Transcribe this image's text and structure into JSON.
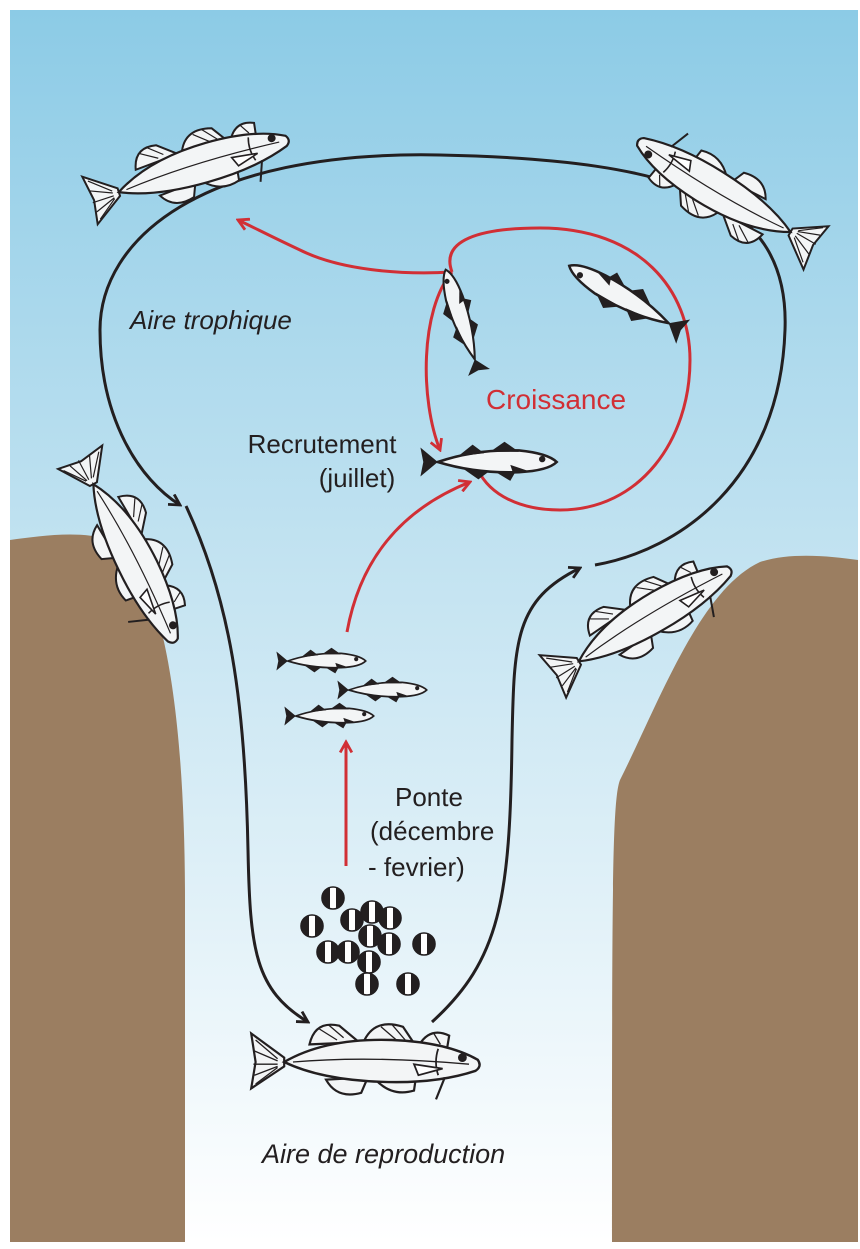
{
  "diagram": {
    "labels": {
      "feeding_area": "Aire trophique",
      "spawning_area": "Aire de reproduction",
      "growth": "Croissance",
      "recruitment_line1": "Recrutement",
      "recruitment_line2": "(juillet)",
      "spawning_line1": "Ponte",
      "spawning_line2": "(décembre",
      "spawning_line3": "- fevrier)"
    },
    "colors": {
      "water_top": "#8ccbe6",
      "water_bottom": "#ffffff",
      "seabed": "#9b7e61",
      "migration_arrow": "#231f20",
      "life_stage_arrow": "#d12f35",
      "growth_text": "#d12f35",
      "fish_fill": "#f3f5f6",
      "fish_outline": "#231f20"
    },
    "icons": [
      "cod-fish-icon",
      "juvenile-fish-icon",
      "fish-egg-icon"
    ]
  }
}
